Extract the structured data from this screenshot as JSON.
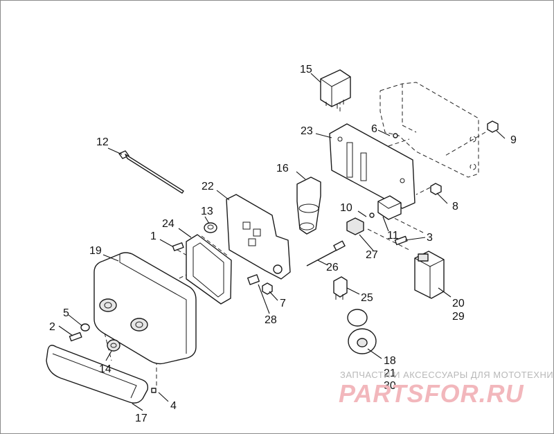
{
  "callouts": {
    "c1": "1",
    "c2": "2",
    "c3": "3",
    "c4": "4",
    "c5": "5",
    "c6": "6",
    "c7": "7",
    "c8": "8",
    "c9": "9",
    "c10": "10",
    "c11": "11",
    "c12": "12",
    "c13": "13",
    "c14": "14",
    "c15": "15",
    "c16": "16",
    "c17": "17",
    "c18": "18",
    "c19": "19",
    "c20": "20",
    "c21": "21",
    "c22": "22",
    "c23": "23",
    "c24": "24",
    "c25": "25",
    "c26": "26",
    "c27": "27",
    "c28": "28",
    "c29": "29",
    "c30": "30"
  },
  "watermark": {
    "tagline": "ЗАПЧАСТИ И АКСЕССУАРЫ ДЛЯ МОТОТЕХНИКИ",
    "logo": "PARTSFOR.RU"
  }
}
